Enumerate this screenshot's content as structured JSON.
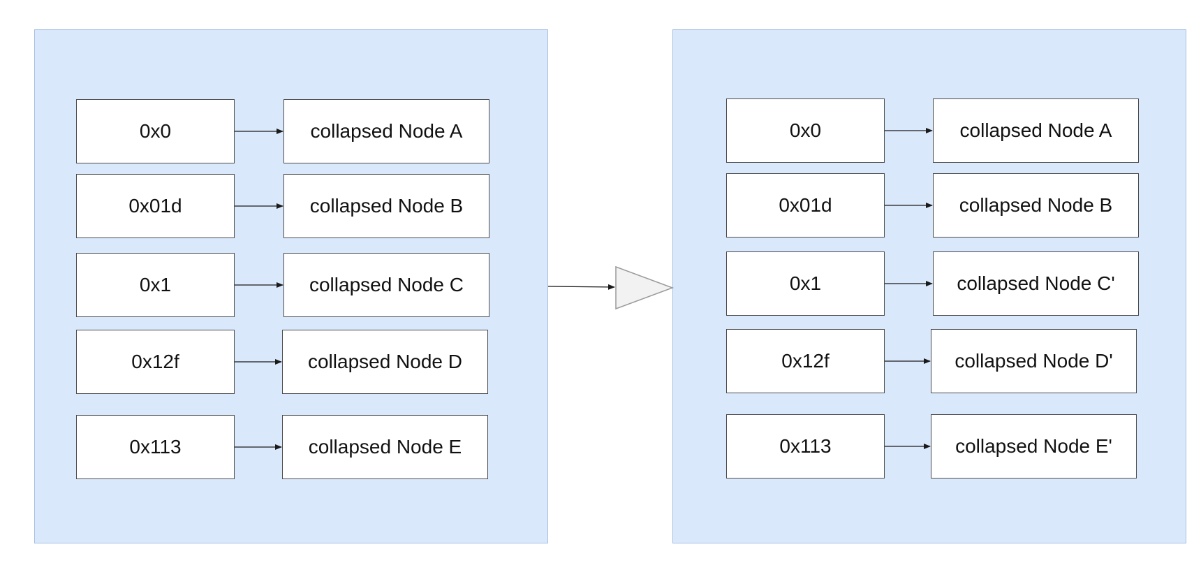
{
  "diagram": {
    "colors": {
      "panel_fill": "#dae8fc",
      "panel_border": "#a7bfe2",
      "box_fill": "#ffffff",
      "box_border": "#4a4a4a",
      "arrow": "#1a1a1a",
      "triangle_fill": "#f2f2f2",
      "triangle_stroke": "#9a9a9a"
    },
    "left": {
      "rows": [
        {
          "key": "0x0",
          "node": "collapsed Node A"
        },
        {
          "key": "0x01d",
          "node": "collapsed Node B"
        },
        {
          "key": "0x1",
          "node": "collapsed Node C"
        },
        {
          "key": "0x12f",
          "node": "collapsed Node D"
        },
        {
          "key": "0x113",
          "node": "collapsed Node E"
        }
      ]
    },
    "right": {
      "rows": [
        {
          "key": "0x0",
          "node": "collapsed Node A"
        },
        {
          "key": "0x01d",
          "node": "collapsed Node B"
        },
        {
          "key": "0x1",
          "node": "collapsed Node C'"
        },
        {
          "key": "0x12f",
          "node": "collapsed Node D'"
        },
        {
          "key": "0x113",
          "node": "collapsed Node E'"
        }
      ]
    }
  }
}
